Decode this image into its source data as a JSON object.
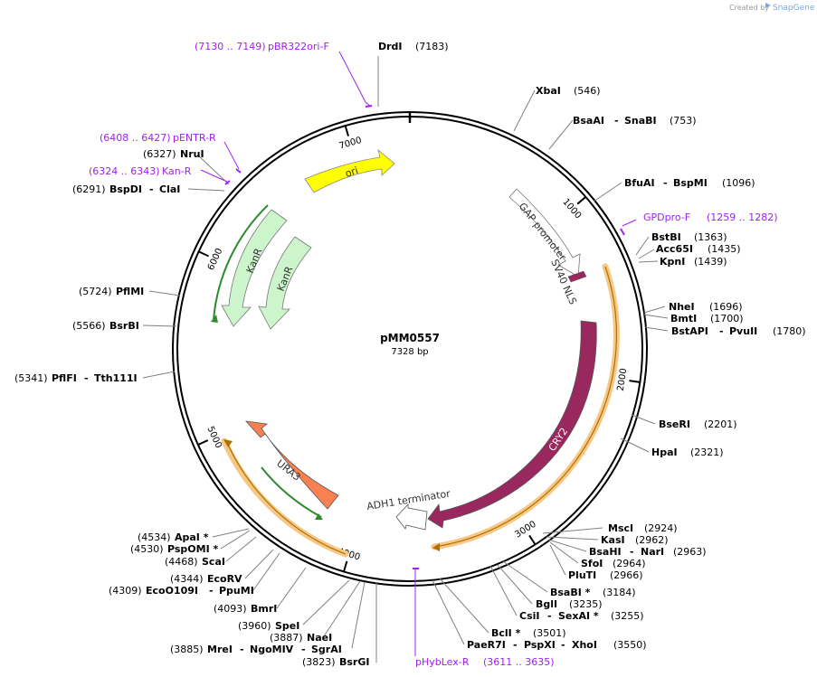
{
  "branding": {
    "created_by": "Created by",
    "brand": "SnapGene"
  },
  "plasmid": {
    "name": "pMM0557",
    "size_text": "7328 bp",
    "length": 7328
  },
  "ticks": [
    1000,
    2000,
    3000,
    4000,
    5000,
    6000,
    7000
  ],
  "features": {
    "ori": "ori",
    "kanr_outer": "KanR",
    "kanr_inner": "KanR",
    "gap_promoter": "GAP promoter",
    "sv40_nls": "SV40 NLS",
    "cry2": "CRY2",
    "adh1_terminator": "ADH1 terminator",
    "ura3": "URA3"
  },
  "sites": [
    {
      "id": "drdi",
      "name": "DrdI",
      "pos": "(7183)"
    },
    {
      "id": "xbai",
      "name": "XbaI",
      "pos": "(546)"
    },
    {
      "id": "bsaai",
      "name": "BsaAI",
      "sep": "-",
      "name2": "SnaBI",
      "pos": "(753)"
    },
    {
      "id": "bfuai",
      "name": "BfuAI",
      "sep": "-",
      "name2": "BspMI",
      "pos": "(1096)"
    },
    {
      "id": "bstbi",
      "name": "BstBI",
      "pos": "(1363)"
    },
    {
      "id": "acc65i",
      "name": "Acc65I",
      "pos": "(1435)"
    },
    {
      "id": "kpni",
      "name": "KpnI",
      "pos": "(1439)"
    },
    {
      "id": "nhei",
      "name": "NheI",
      "pos": "(1696)"
    },
    {
      "id": "bmti",
      "name": "BmtI",
      "pos": "(1700)"
    },
    {
      "id": "bstapi",
      "name": "BstAPI",
      "sep": "-",
      "name2": "PvuII",
      "pos": "(1780)"
    },
    {
      "id": "bseri",
      "name": "BseRI",
      "pos": "(2201)"
    },
    {
      "id": "hpai",
      "name": "HpaI",
      "pos": "(2321)"
    },
    {
      "id": "msci",
      "name": "MscI",
      "pos": "(2924)"
    },
    {
      "id": "kasi",
      "name": "KasI",
      "pos": "(2962)"
    },
    {
      "id": "bsahi",
      "name": "BsaHI",
      "sep": "-",
      "name2": "NarI",
      "pos": "(2963)"
    },
    {
      "id": "sfoi",
      "name": "SfoI",
      "pos": "(2964)"
    },
    {
      "id": "pluti",
      "name": "PluTI",
      "pos": "(2966)"
    },
    {
      "id": "bsabi",
      "name": "BsaBI *",
      "pos": "(3184)"
    },
    {
      "id": "bgli",
      "name": "BglI",
      "pos": "(3235)"
    },
    {
      "id": "csii",
      "name": "CsiI",
      "sep": "-",
      "name2": "SexAI *",
      "pos": "(3255)"
    },
    {
      "id": "bcli",
      "name": "BclI *",
      "pos": "(3501)"
    },
    {
      "id": "paer7i",
      "name": "PaeR7I",
      "sep": "-",
      "name2": "PspXI",
      "sep2": "-",
      "name3": "XhoI",
      "pos": "(3550)"
    },
    {
      "id": "bsrgi",
      "name": "BsrGI",
      "pos": "(3823)"
    },
    {
      "id": "srgai",
      "name": "MreI",
      "sep": "-",
      "name2": "NgoMIV",
      "sep2": "-",
      "name3": "SgrAI",
      "pos": "(3885)"
    },
    {
      "id": "naei",
      "name": "NaeI",
      "pos": "(3887)"
    },
    {
      "id": "spei",
      "name": "SpeI",
      "pos": "(3960)"
    },
    {
      "id": "bmri",
      "name": "BmrI",
      "pos": "(4093)"
    },
    {
      "id": "ppumi",
      "name": "EcoO109I",
      "sep": "-",
      "name2": "PpuMI",
      "pos": "(4309)"
    },
    {
      "id": "ecorv",
      "name": "EcoRV",
      "pos": "(4344)"
    },
    {
      "id": "scai",
      "name": "ScaI",
      "pos": "(4468)"
    },
    {
      "id": "psppomi",
      "name": "PspOMI *",
      "pos": "(4530)"
    },
    {
      "id": "apai",
      "name": "ApaI *",
      "pos": "(4534)"
    },
    {
      "id": "tth111i",
      "name": "PflFI",
      "sep": "-",
      "name2": "Tth111I",
      "pos": "(5341)"
    },
    {
      "id": "bsrbi",
      "name": "BsrBI",
      "pos": "(5566)"
    },
    {
      "id": "pflmi",
      "name": "PflMI",
      "pos": "(5724)"
    },
    {
      "id": "clai",
      "name": "BspDI",
      "sep": "-",
      "name2": "ClaI",
      "pos": "(6291)"
    },
    {
      "id": "drui",
      "name": "NruI",
      "pos": "(6327)"
    }
  ],
  "primers": [
    {
      "id": "pbr322ori",
      "range": "(7130 .. 7149)",
      "name": "pBR322ori-F"
    },
    {
      "id": "pentr",
      "range": "(6408 .. 6427)",
      "name": "pENTR-R"
    },
    {
      "id": "kanr_primer",
      "range": "(6324 .. 6343)",
      "name": "Kan-R"
    },
    {
      "id": "gpdpro",
      "name": "GPDpro-F",
      "range": "(1259 .. 1282)"
    },
    {
      "id": "phyblex",
      "name": "pHybLex-R",
      "range": "(3611 .. 3635)"
    }
  ]
}
